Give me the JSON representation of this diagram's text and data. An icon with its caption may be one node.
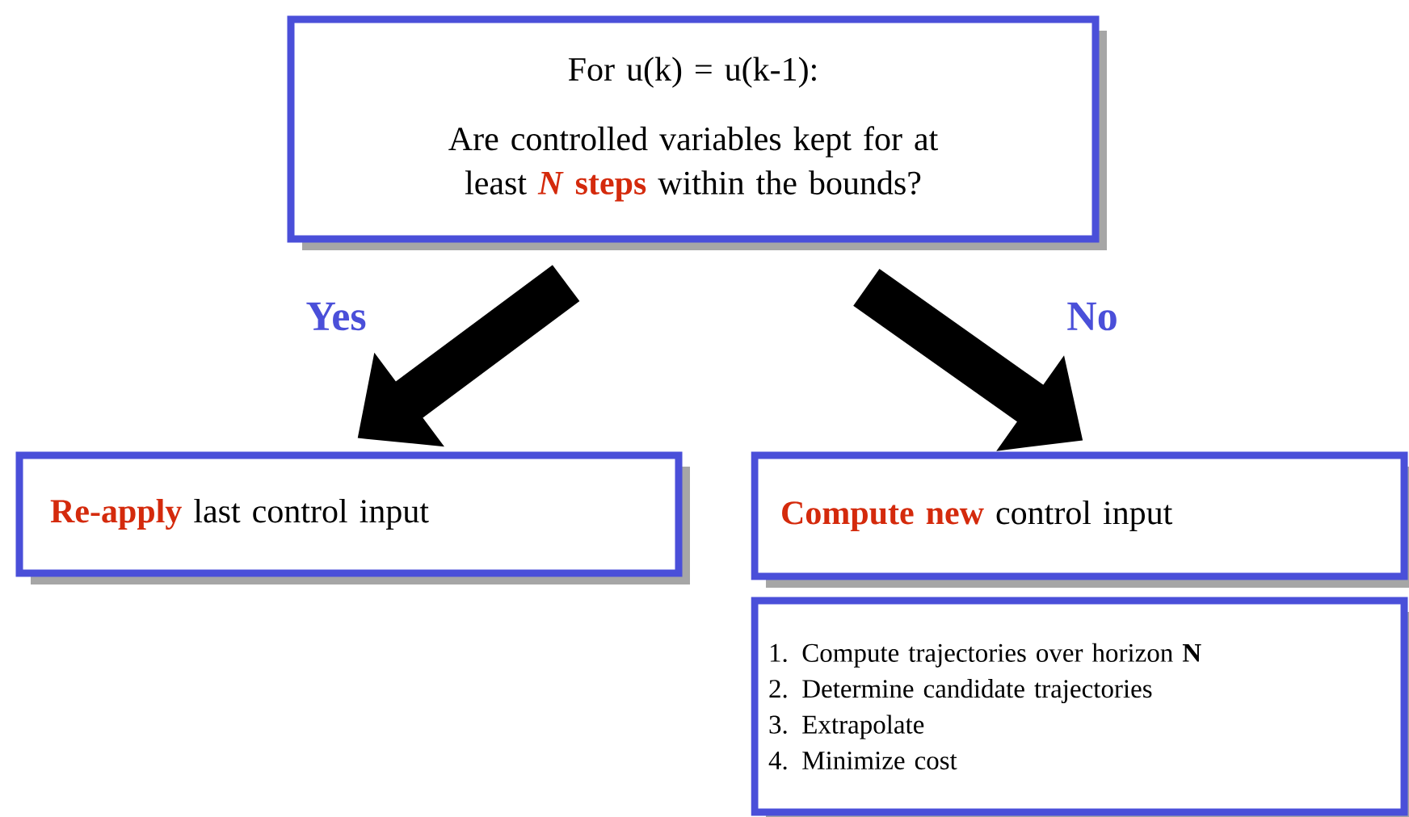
{
  "diagram": {
    "nodes": [
      {
        "text": [
          "For u(k) = u(k-1):",
          "Are controlled variables kept for at least ***N* steps** within the bounds?"
        ]
      },
      {
        "text": [
          "**Re-apply** last control input"
        ]
      },
      {
        "text": [
          "**Compute new** control input"
        ]
      },
      {
        "text": [
          "1. Compute trajectories over horizon **N**",
          "2. Determine candidate trajectories",
          "3. Extrapolate",
          "4. Minimize cost"
        ]
      }
    ],
    "edges": [
      {
        "from": 0,
        "to": 1,
        "arrow": "to",
        "label": "Yes"
      },
      {
        "from": 0,
        "to": 2,
        "arrow": "to",
        "label": "No"
      }
    ]
  }
}
